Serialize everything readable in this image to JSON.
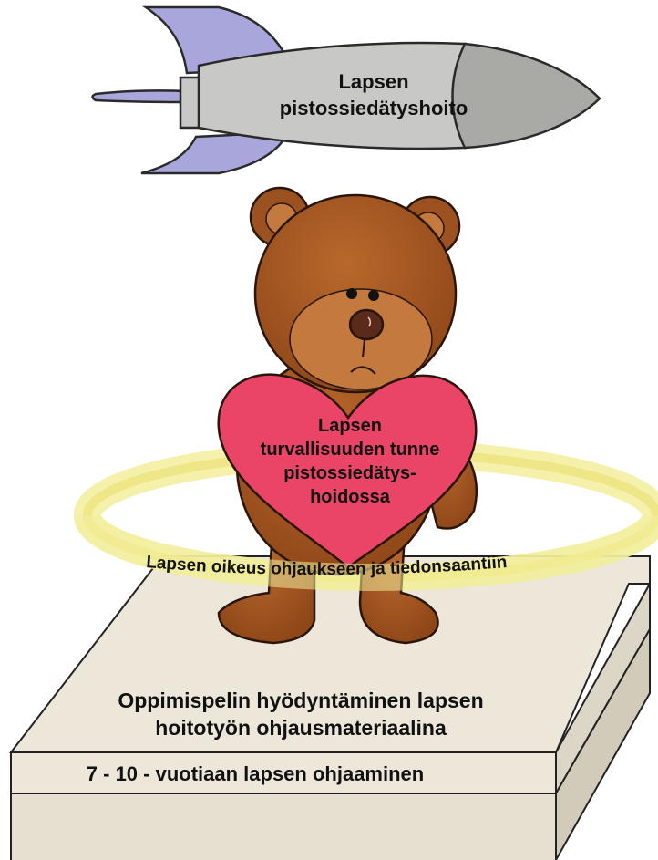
{
  "rocket": {
    "lines": [
      "Lapsen",
      "pistossiedätyshoito"
    ],
    "body_color": "#c8c8c6",
    "nose_color": "#a9a9a5",
    "fin_color": "#a9a6dc"
  },
  "heart": {
    "lines": [
      "Lapsen",
      "turvallisuuden tunne",
      "pistossiedätys-",
      "hoidossa"
    ],
    "color": "#ea4466"
  },
  "halo": {
    "label": "Lapsen oikeus ohjaukseen ja tiedonsaantiin",
    "color": "#f3ee9c"
  },
  "platform": {
    "top_lines": [
      "Oppimispelin hyödyntäminen lapsen",
      "hoitotyön ohjausmateriaalina"
    ],
    "band_label": "7 - 10 - vuotiaan lapsen ohjaaminen",
    "color": "#ece7d9"
  },
  "bear": {
    "fur_color": "#a85a24",
    "muzzle_color": "#c47a3e"
  }
}
